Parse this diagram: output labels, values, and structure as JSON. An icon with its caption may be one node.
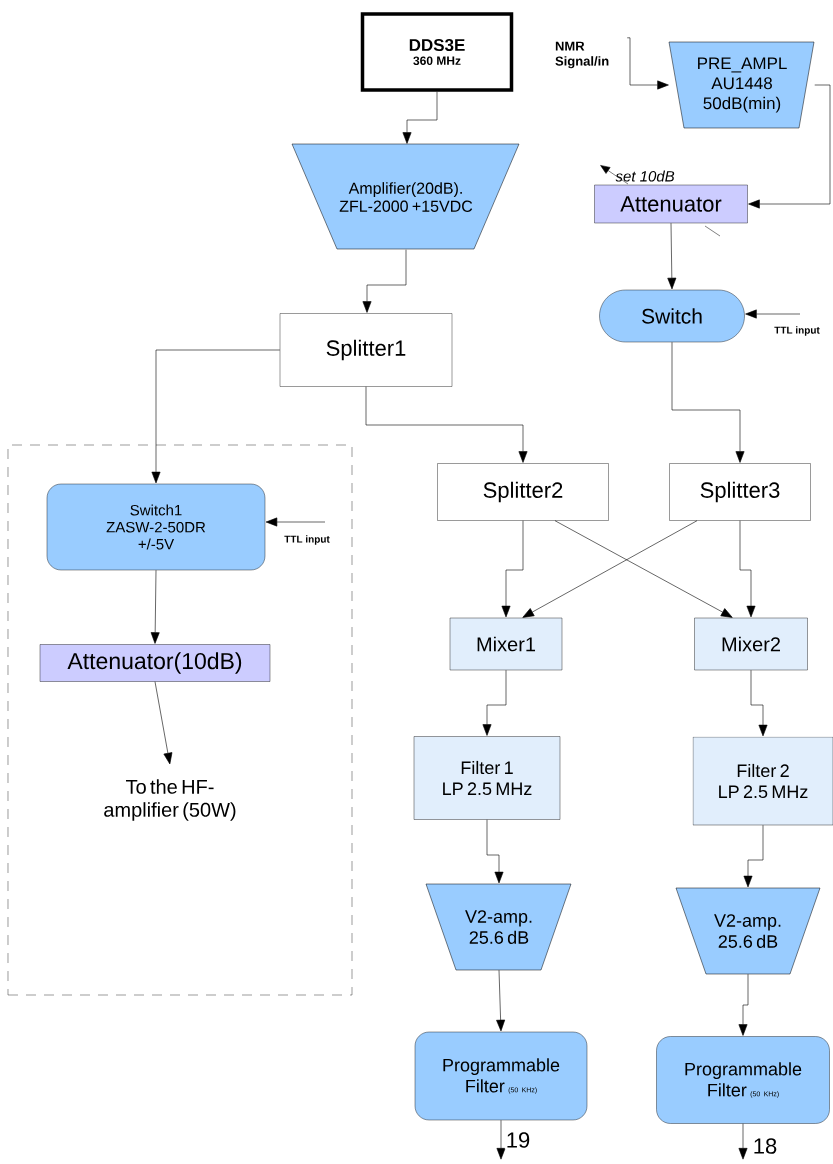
{
  "diagram": {
    "nodes": [
      {
        "text": [
          "DDS3E",
          "360 MHz"
        ]
      },
      {
        "text": [
          "NMR Signal/in"
        ]
      },
      {
        "text": [
          "PRE_AMPL AU1448 50dB(min)"
        ]
      },
      {
        "text": [
          "Amplifier(20dB). ZFL-2000 +15VDC"
        ]
      },
      {
        "text": [
          "Attenuator"
        ],
        "beside": [
          "set 10dB"
        ]
      },
      {
        "text": [
          "Switch"
        ]
      },
      {
        "text": [
          "Splitter1"
        ]
      },
      {
        "text": [],
        "shape": "box"
      },
      {
        "text": [
          "Switch1 ZASW-2-50DR +/-5V"
        ],
        "in": 7
      },
      {
        "text": [
          "Attenuator(10dB)"
        ],
        "in": 7
      },
      {
        "text": [
          "To the HF-amplifier (50W)"
        ],
        "in": 7
      },
      {
        "text": [
          "Splitter2"
        ]
      },
      {
        "text": [
          "Splitter3"
        ]
      },
      {
        "text": [
          "Mixer1"
        ]
      },
      {
        "text": [
          "Mixer2"
        ]
      },
      {
        "text": [
          "Filter 1",
          "LP 2.5 MHz"
        ]
      },
      {
        "text": [
          "Filter 2",
          "LP 2.5 MHz"
        ]
      },
      {
        "text": [
          "V2-amp. 25.6 dB"
        ]
      },
      {
        "text": [
          "V2-amp. 25.6 dB"
        ]
      },
      {
        "text": [
          "Programmable Filter",
          "(50 KHz)"
        ]
      },
      {
        "text": [
          "Programmable Filter",
          "(50 KHz)"
        ]
      }
    ],
    "edges": [
      {
        "from": 1,
        "to": 2,
        "arrow": "to"
      },
      {
        "from": 2,
        "to": 4,
        "arrow": "to"
      },
      {
        "from": 0,
        "to": 3,
        "arrow": "to"
      },
      {
        "from": 3,
        "to": 6,
        "arrow": "to"
      },
      {
        "from": 4,
        "to": 5,
        "arrow": "to"
      },
      {
        "from": null,
        "to": 5,
        "arrow": "to",
        "label": "TTL input"
      },
      {
        "from": 6,
        "to": 8,
        "arrow": "to"
      },
      {
        "from": 6,
        "to": 11,
        "arrow": "to"
      },
      {
        "from": 5,
        "to": 12,
        "arrow": "to"
      },
      {
        "from": null,
        "to": 8,
        "arrow": "to",
        "label": "TTL input"
      },
      {
        "from": 8,
        "to": 9,
        "arrow": "to"
      },
      {
        "from": 9,
        "to": 10,
        "arrow": "to"
      },
      {
        "from": 11,
        "to": 13,
        "arrow": "to"
      },
      {
        "from": 11,
        "to": 14,
        "arrow": "to"
      },
      {
        "from": 12,
        "to": 13,
        "arrow": "to"
      },
      {
        "from": 12,
        "to": 14,
        "arrow": "to"
      },
      {
        "from": 13,
        "to": 15,
        "arrow": "to"
      },
      {
        "from": 14,
        "to": 16,
        "arrow": "to"
      },
      {
        "from": 15,
        "to": 17,
        "arrow": "to"
      },
      {
        "from": 16,
        "to": 18,
        "arrow": "to"
      },
      {
        "from": 17,
        "to": 19,
        "arrow": "to"
      },
      {
        "from": 18,
        "to": 20,
        "arrow": "to"
      },
      {
        "from": 19,
        "to": null,
        "arrow": "to",
        "label": "19"
      },
      {
        "from": 20,
        "to": null,
        "arrow": "to",
        "label": "18"
      }
    ]
  }
}
